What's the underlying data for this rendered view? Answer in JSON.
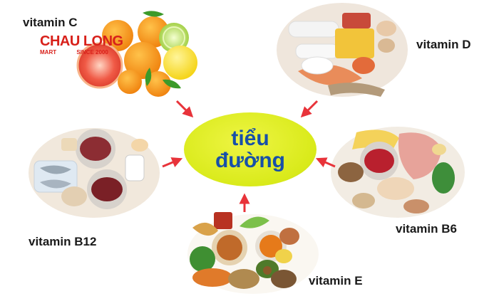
{
  "center": {
    "line1": "tiểu",
    "line2": "đường"
  },
  "vitamins": {
    "c": "vitamin C",
    "d": "vitamin D",
    "b6": "vitamin B6",
    "b12": "vitamin B12",
    "e": "vitamin E"
  },
  "watermark": {
    "name": "CHAU LONG",
    "left": "MART",
    "right": "SINCE 2000"
  },
  "colors": {
    "arrow": "#e8333a",
    "center_fill": "#dbe91c",
    "center_text": "#1850a8",
    "watermark": "#d8201a"
  }
}
